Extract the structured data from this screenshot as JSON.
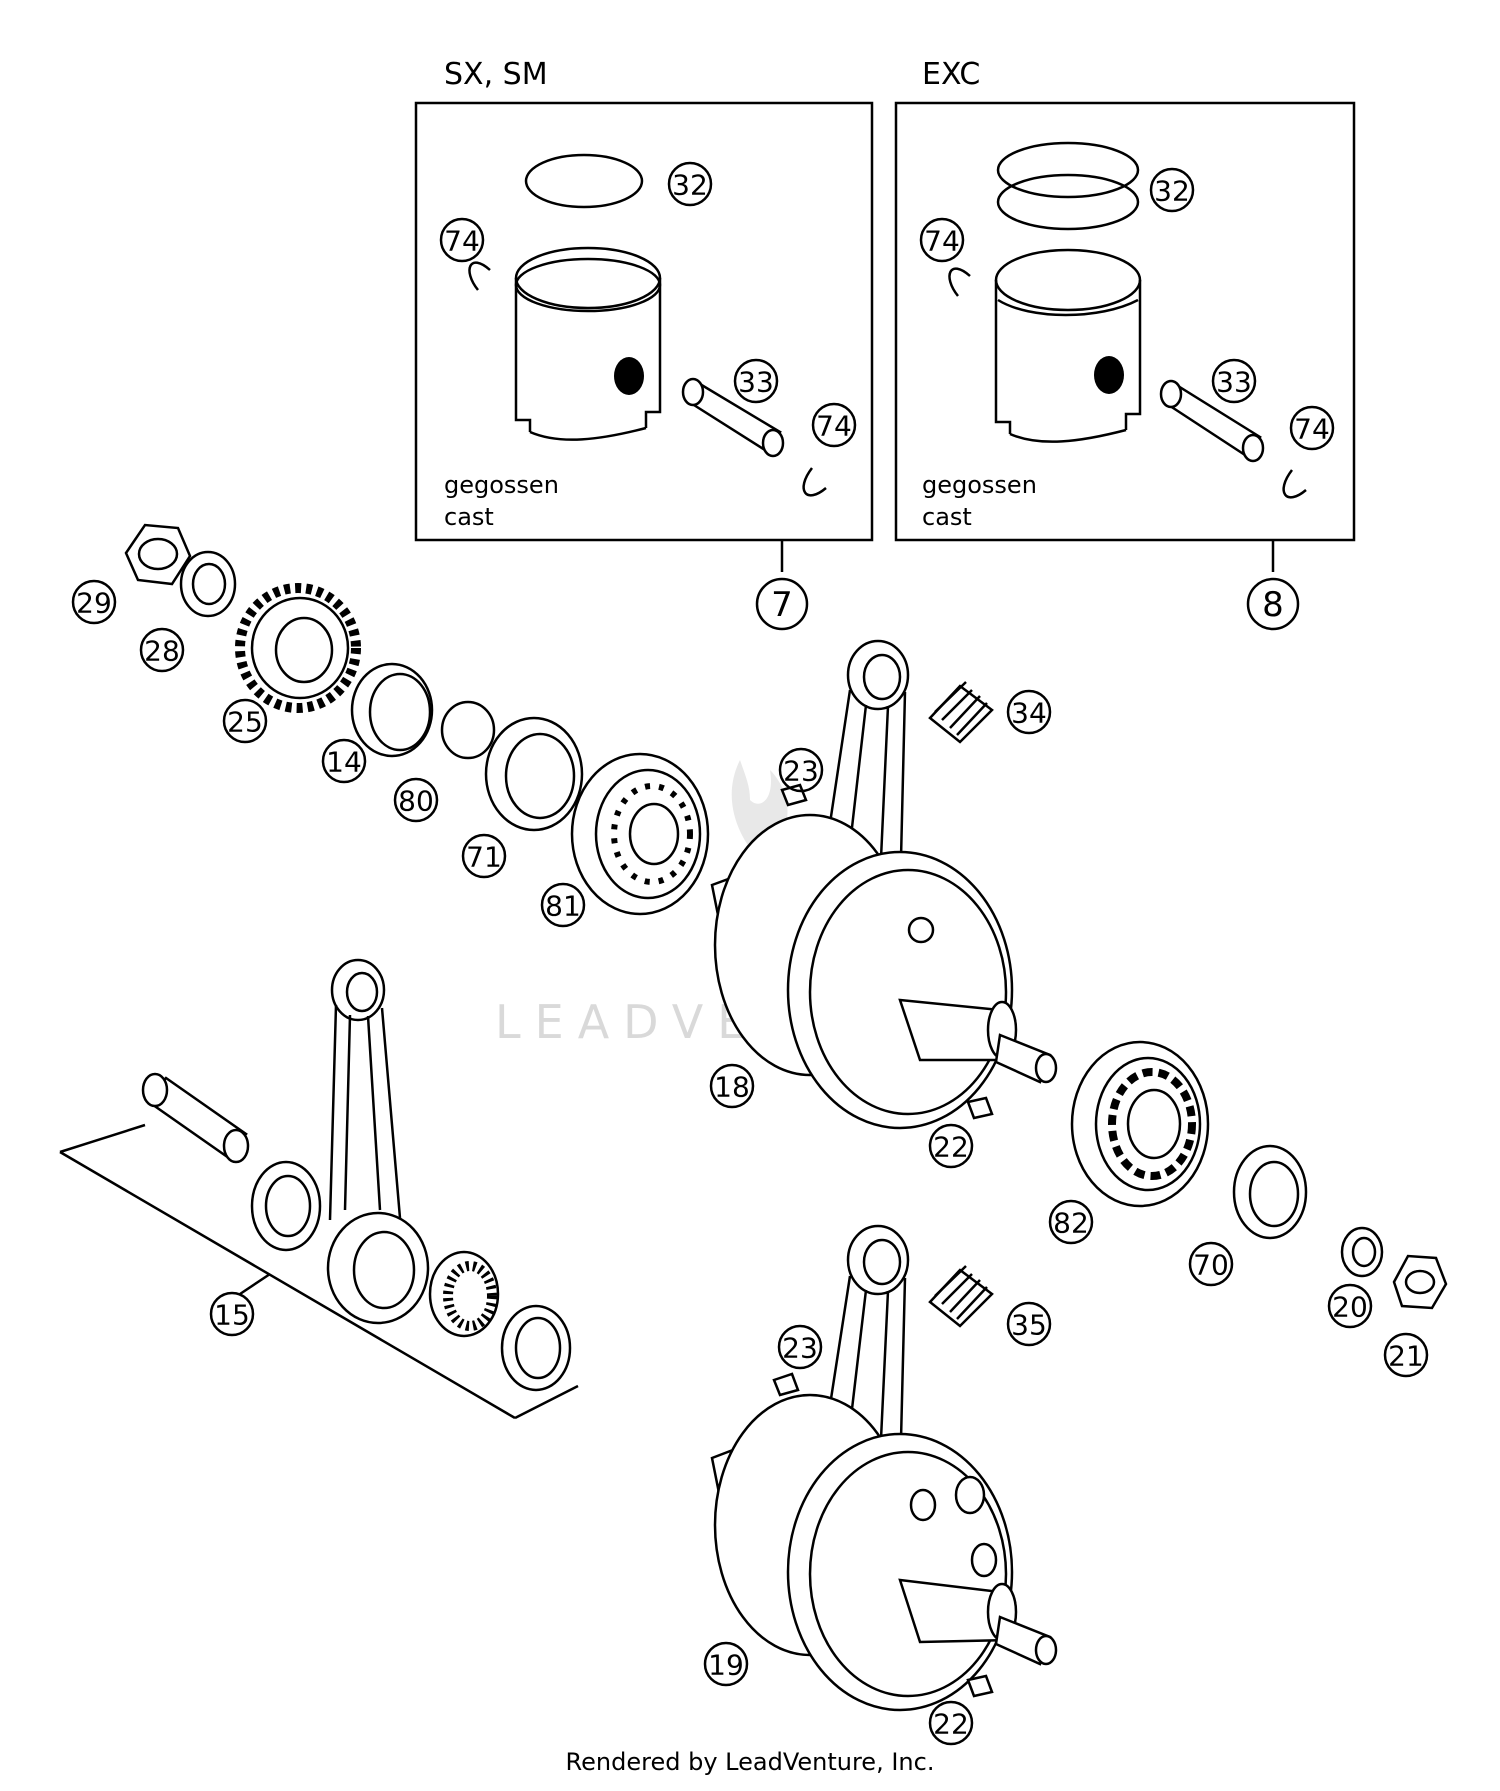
{
  "kits": [
    {
      "title": "SX, SM",
      "note1": "gegossen",
      "note2": "cast",
      "kit_number": "7"
    },
    {
      "title": "EXC",
      "note1": "gegossen",
      "note2": "cast",
      "kit_number": "8"
    }
  ],
  "callouts": {
    "c32a": "32",
    "c74a": "74",
    "c33a": "33",
    "c74b": "74",
    "c32b": "32",
    "c74c": "74",
    "c33b": "33",
    "c74d": "74",
    "c29": "29",
    "c28": "28",
    "c25": "25",
    "c14": "14",
    "c80": "80",
    "c71": "71",
    "c81": "81",
    "c23a": "23",
    "c34": "34",
    "c18": "18",
    "c22a": "22",
    "c82": "82",
    "c70": "70",
    "c20": "20",
    "c21": "21",
    "c15": "15",
    "c35": "35",
    "c23b": "23",
    "c19": "19",
    "c22b": "22"
  },
  "watermark": "LEADVENTURE",
  "footer": "Rendered by LeadVenture, Inc."
}
